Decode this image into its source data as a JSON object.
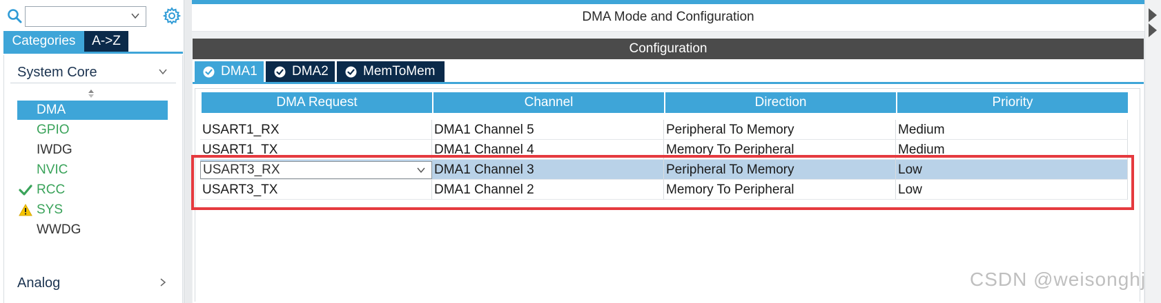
{
  "left_panel": {
    "tabs": {
      "categories": "Categories",
      "az": "A->Z"
    },
    "search": {
      "value": ""
    },
    "section": {
      "title": "System Core"
    },
    "items": [
      {
        "label": "DMA",
        "state": "selected",
        "icon": ""
      },
      {
        "label": "GPIO",
        "state": "ok",
        "icon": ""
      },
      {
        "label": "IWDG",
        "state": "default",
        "icon": ""
      },
      {
        "label": "NVIC",
        "state": "ok",
        "icon": ""
      },
      {
        "label": "RCC",
        "state": "ok",
        "icon": "check-icon"
      },
      {
        "label": "SYS",
        "state": "ok",
        "icon": "warning-icon"
      },
      {
        "label": "WWDG",
        "state": "default",
        "icon": ""
      }
    ],
    "analog": {
      "title": "Analog"
    }
  },
  "mode_header": {
    "title": "DMA Mode and Configuration"
  },
  "configuration": {
    "title": "Configuration",
    "tabs": [
      {
        "label": "DMA1",
        "active": true
      },
      {
        "label": "DMA2",
        "active": false
      },
      {
        "label": "MemToMem",
        "active": false
      }
    ]
  },
  "table": {
    "headers": [
      "DMA Request",
      "Channel",
      "Direction",
      "Priority"
    ],
    "rows": [
      {
        "request": "USART1_RX",
        "channel": "DMA1 Channel 5",
        "direction": "Peripheral To Memory",
        "priority": "Medium"
      },
      {
        "request": "USART1_TX",
        "channel": "DMA1 Channel 4",
        "direction": "Memory To Peripheral",
        "priority": "Medium"
      },
      {
        "request": "USART3_RX",
        "channel": "DMA1 Channel 3",
        "direction": "Peripheral To Memory",
        "priority": "Low",
        "selected": true
      },
      {
        "request": "USART3_TX",
        "channel": "DMA1 Channel 2",
        "direction": "Memory To Peripheral",
        "priority": "Low"
      }
    ]
  },
  "colors": {
    "accent": "#3ea5d8",
    "navy": "#0b2a4a",
    "config_bar": "#4b4b4b",
    "selected_row": "#b9d2e8",
    "highlight": "#e53a3f",
    "ok_green": "#3aa35a",
    "warning_yellow": "#f5c400"
  },
  "watermark": "CSDN @weisonghj"
}
